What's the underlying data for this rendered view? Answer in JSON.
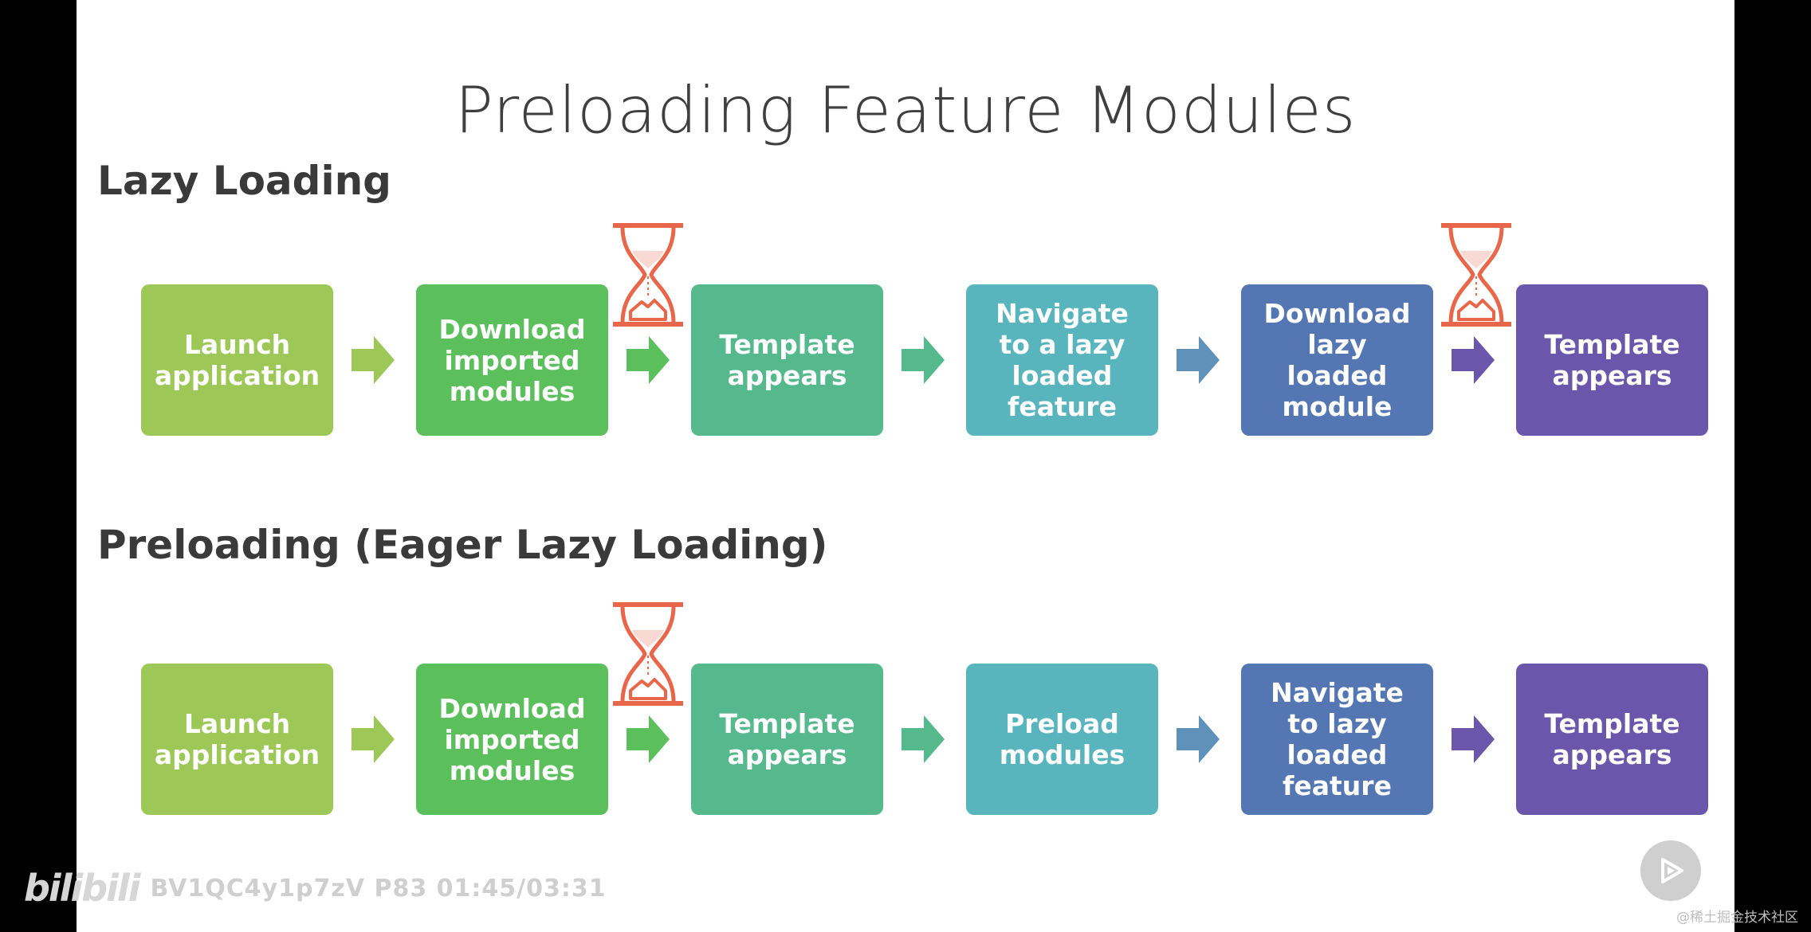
{
  "slide": {
    "title": "Preloading Feature Modules",
    "sections": [
      {
        "heading": "Lazy Loading",
        "steps": [
          {
            "label": "Launch\napplication",
            "color": "#9dc858"
          },
          {
            "label": "Download\nimported\nmodules",
            "color": "#5bbf5c"
          },
          {
            "label": "Template\nappears",
            "color": "#55b98d"
          },
          {
            "label": "Navigate\nto a lazy\nloaded\nfeature",
            "color": "#58b4bd"
          },
          {
            "label": "Download\nlazy\nloaded\nmodule",
            "color": "#5477b4"
          },
          {
            "label": "Template\nappears",
            "color": "#6a56aa"
          }
        ],
        "arrow_colors": [
          "#9dc858",
          "#5bbf5c",
          "#55b98d",
          "#5f91b9",
          "#6a56aa"
        ],
        "hourglass_after_steps": [
          2,
          5
        ]
      },
      {
        "heading": "Preloading (Eager Lazy Loading)",
        "steps": [
          {
            "label": "Launch\napplication",
            "color": "#9dc858"
          },
          {
            "label": "Download\nimported\nmodules",
            "color": "#5bbf5c"
          },
          {
            "label": "Template\nappears",
            "color": "#55b98d"
          },
          {
            "label": "Preload\nmodules",
            "color": "#58b4bd"
          },
          {
            "label": "Navigate\nto lazy\nloaded\nfeature",
            "color": "#5477b4"
          },
          {
            "label": "Template\nappears",
            "color": "#6a56aa"
          }
        ],
        "arrow_colors": [
          "#9dc858",
          "#5bbf5c",
          "#55b98d",
          "#5f91b9",
          "#6a56aa"
        ],
        "hourglass_after_steps": [
          2
        ]
      }
    ],
    "hourglass_color": "#e8674a"
  },
  "player": {
    "logo": "bilibili",
    "video_info": "BV1QC4y1p7zV P83 01:45/03:31",
    "play_icon": "play-icon",
    "corner_text": "@稀土掘金技术社区"
  }
}
